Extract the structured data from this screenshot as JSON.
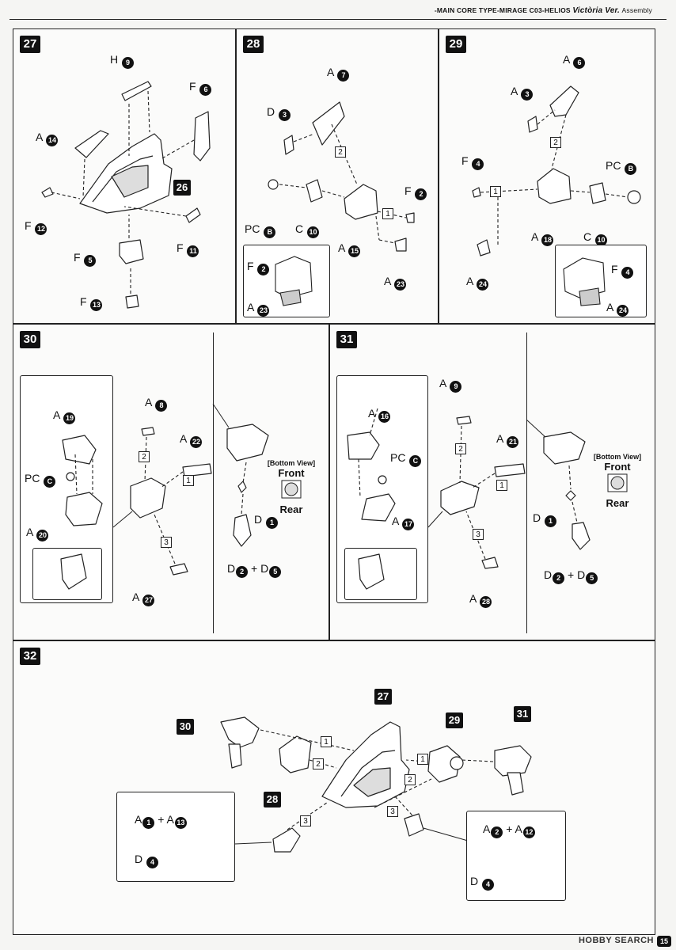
{
  "header": {
    "line": "-MAIN CORE TYPE-MIRAGE  C03-HELIOS",
    "version": "Victòria Ver.",
    "section": "Assembly"
  },
  "steps": {
    "s27": {
      "badge": "27",
      "labels": [
        {
          "runner": "H",
          "num": "9"
        },
        {
          "runner": "F",
          "num": "6"
        },
        {
          "runner": "A",
          "num": "14"
        },
        {
          "runner": "F",
          "num": "12"
        },
        {
          "runner": "F",
          "num": "5"
        },
        {
          "runner": "F",
          "num": "11"
        },
        {
          "runner": "F",
          "num": "13"
        }
      ],
      "ref": "26"
    },
    "s28": {
      "badge": "28",
      "labels": [
        {
          "runner": "A",
          "num": "7"
        },
        {
          "runner": "D",
          "num": "3"
        },
        {
          "runner": "PC",
          "num": "B"
        },
        {
          "runner": "C",
          "num": "10"
        },
        {
          "runner": "F",
          "num": "2"
        },
        {
          "runner": "A",
          "num": "15"
        },
        {
          "runner": "A",
          "num": "23"
        }
      ],
      "inset": [
        {
          "runner": "F",
          "num": "2"
        },
        {
          "runner": "A",
          "num": "23"
        }
      ],
      "seq": [
        "1",
        "2"
      ]
    },
    "s29": {
      "badge": "29",
      "labels": [
        {
          "runner": "A",
          "num": "6"
        },
        {
          "runner": "A",
          "num": "3"
        },
        {
          "runner": "F",
          "num": "4"
        },
        {
          "runner": "PC",
          "num": "B"
        },
        {
          "runner": "A",
          "num": "18"
        },
        {
          "runner": "C",
          "num": "10"
        },
        {
          "runner": "A",
          "num": "24"
        }
      ],
      "inset": [
        {
          "runner": "F",
          "num": "4"
        },
        {
          "runner": "A",
          "num": "24"
        }
      ],
      "seq": [
        "1",
        "2"
      ]
    },
    "s30": {
      "badge": "30",
      "labels": [
        {
          "runner": "A",
          "num": "19"
        },
        {
          "runner": "PC",
          "num": "C"
        },
        {
          "runner": "A",
          "num": "20"
        },
        {
          "runner": "A",
          "num": "8"
        },
        {
          "runner": "A",
          "num": "22"
        },
        {
          "runner": "A",
          "num": "27"
        },
        {
          "runner": "D",
          "num": "1"
        }
      ],
      "combo": {
        "a": {
          "runner": "D",
          "num": "2"
        },
        "plus": "+",
        "b": {
          "runner": "D",
          "num": "5"
        }
      },
      "bottom_view": {
        "title": "[Bottom View]",
        "front": "Front",
        "rear": "Rear"
      },
      "seq": [
        "1",
        "2",
        "3"
      ]
    },
    "s31": {
      "badge": "31",
      "labels": [
        {
          "runner": "A",
          "num": "9"
        },
        {
          "runner": "A",
          "num": "16"
        },
        {
          "runner": "PC",
          "num": "C"
        },
        {
          "runner": "A",
          "num": "21"
        },
        {
          "runner": "A",
          "num": "17"
        },
        {
          "runner": "A",
          "num": "28"
        },
        {
          "runner": "D",
          "num": "1"
        }
      ],
      "combo": {
        "a": {
          "runner": "D",
          "num": "2"
        },
        "plus": "+",
        "b": {
          "runner": "D",
          "num": "5"
        }
      },
      "bottom_view": {
        "title": "[Bottom View]",
        "front": "Front",
        "rear": "Rear"
      },
      "seq": [
        "1",
        "2",
        "3"
      ]
    },
    "s32": {
      "badge": "32",
      "refs": [
        "30",
        "27",
        "29",
        "31",
        "28"
      ],
      "left_combo": {
        "a": {
          "runner": "A",
          "num": "1"
        },
        "plus": "+",
        "b": {
          "runner": "A",
          "num": "13"
        },
        "d": {
          "runner": "D",
          "num": "4"
        }
      },
      "right_combo": {
        "a": {
          "runner": "A",
          "num": "2"
        },
        "plus": "+",
        "b": {
          "runner": "A",
          "num": "12"
        },
        "d": {
          "runner": "D",
          "num": "4"
        }
      },
      "seq": [
        "1",
        "2",
        "3"
      ]
    }
  },
  "footer": {
    "credit": "HOBBY SEARCH",
    "page": "15"
  }
}
